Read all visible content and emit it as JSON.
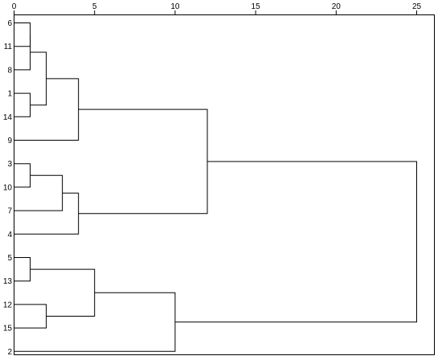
{
  "chart_data": {
    "type": "dendrogram",
    "orientation": "horizontal",
    "title": "",
    "xlabel": "",
    "ylabel": "",
    "xlim": [
      0,
      25
    ],
    "x_ticks": [
      0,
      5,
      10,
      15,
      20,
      25
    ],
    "x_tick_labels": [
      "0",
      "5",
      "10",
      "15",
      "20",
      "25"
    ],
    "leaf_order": [
      "6",
      "11",
      "8",
      "1",
      "14",
      "9",
      "3",
      "10",
      "7",
      "4",
      "5",
      "13",
      "12",
      "15",
      "2"
    ],
    "merges": [
      {
        "a": "6",
        "b": "11",
        "height": 1
      },
      {
        "a": "1",
        "b": "14",
        "height": 1
      },
      {
        "a": "3",
        "b": "10",
        "height": 1
      },
      {
        "a": "5",
        "b": "13",
        "height": 1
      },
      {
        "a": "6+11",
        "b": "8",
        "height": 1
      },
      {
        "a": "12",
        "b": "15",
        "height": 2
      },
      {
        "a": "6+11+8",
        "b": "1+14",
        "height": 2
      },
      {
        "a": "3+10",
        "b": "7",
        "height": 3
      },
      {
        "a": "6+11+8+1+14",
        "b": "9",
        "height": 4
      },
      {
        "a": "3+10+7",
        "b": "4",
        "height": 4
      },
      {
        "a": "5+13",
        "b": "12+15",
        "height": 5
      },
      {
        "a": "5+13+12+15",
        "b": "2",
        "height": 10
      },
      {
        "a": "6+11+8+1+14+9",
        "b": "3+10+7+4",
        "height": 12
      },
      {
        "a": "6+11+8+1+14+9+3+10+7+4",
        "b": "5+13+12+15+2",
        "height": 25
      }
    ],
    "grid": false,
    "legend": "none"
  }
}
